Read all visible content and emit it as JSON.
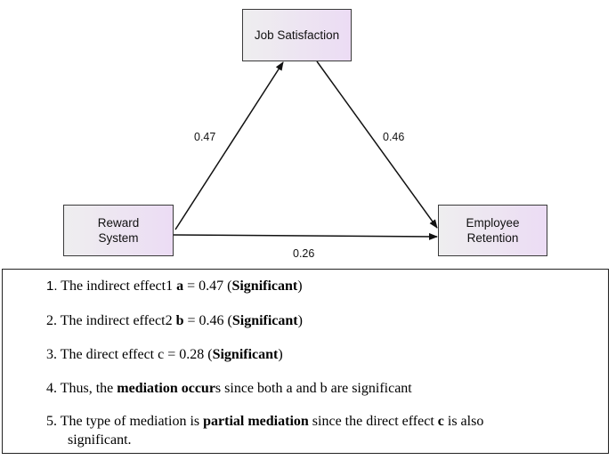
{
  "diagram": {
    "nodes": {
      "job_satisfaction": "Job Satisfaction",
      "reward_system_l1": "Reward",
      "reward_system_l2": "System",
      "employee_retention_l1": "Employee",
      "employee_retention_l2": "Retention"
    },
    "edges": {
      "a": "0.47",
      "b": "0.46",
      "c": "0.26"
    },
    "colors": {
      "node_fill_left": "#eeeeef",
      "node_fill_right": "#ecdcf4",
      "line": "#111111"
    }
  },
  "results": {
    "l1": {
      "num": "1.",
      "t1": " The indirect effect1 ",
      "b1": "a",
      "t2": " = 0.47 (",
      "b2": "Significant",
      "t3": ")"
    },
    "l2": {
      "t1": "2. The indirect effect2 ",
      "b1": "b",
      "t2": " = 0.46 (",
      "b2": "Significant",
      "t3": ")"
    },
    "l3": {
      "t1": "3. The direct effect c = 0.28 (",
      "b1": "Significant",
      "t2": ")"
    },
    "l4": {
      "t1": "4. Thus, the ",
      "b1": "mediation occur",
      "t2": "s since both a and b are significant"
    },
    "l5": {
      "t1": "5. The type of mediation is ",
      "b1": "partial mediation",
      "t2": " since the direct effect ",
      "b2": "c",
      "t3": " is also"
    },
    "l5b": "significant."
  }
}
